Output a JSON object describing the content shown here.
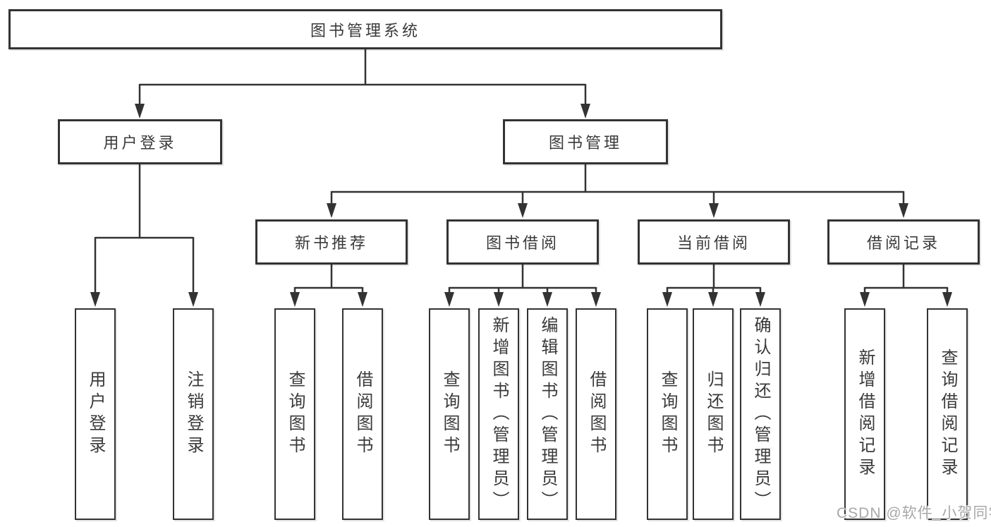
{
  "nodes": {
    "root": "图书管理系统",
    "l2": {
      "user_login": "用户登录",
      "book_mgmt": "图书管理"
    },
    "l3": {
      "new_books": "新书推荐",
      "borrowing": "图书借阅",
      "current": "当前借阅",
      "records": "借阅记录"
    },
    "leaves": {
      "user_login": [
        "用户登录",
        "注销登录"
      ],
      "new_books": [
        "查询图书",
        "借阅图书"
      ],
      "borrowing": [
        "查询图书",
        "新增图书（管理员）",
        "编辑图书（管理员）",
        "借阅图书"
      ],
      "current": [
        "查询图书",
        "归还图书",
        "确认归还（管理员）"
      ],
      "records": [
        "新增借阅记录",
        "查询借阅记录"
      ]
    }
  },
  "watermark": "CSDN @软件_小贺同学",
  "colors": {
    "line": "#333333",
    "border": "#333333",
    "text": "#3a3a3a",
    "background": "#ffffff",
    "watermark": "#a8a8a8"
  }
}
